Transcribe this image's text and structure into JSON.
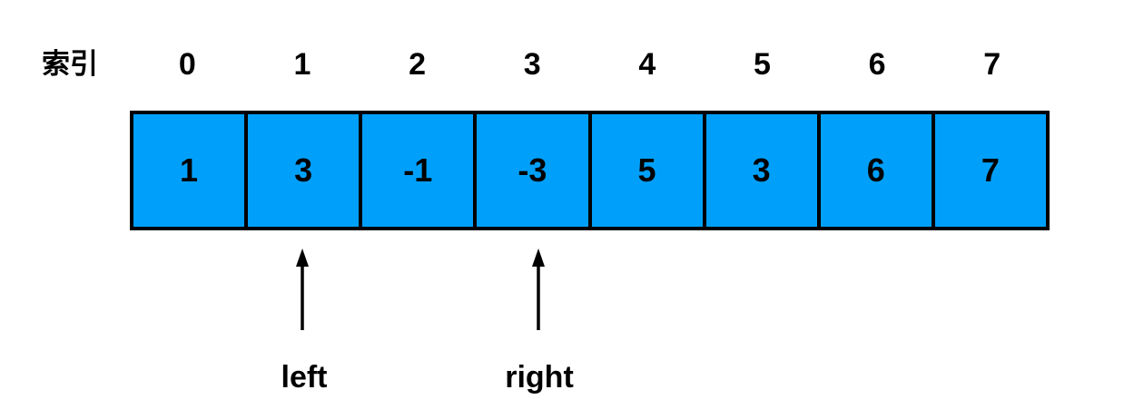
{
  "diagram": {
    "index_label": "索引",
    "indices": [
      "0",
      "1",
      "2",
      "3",
      "4",
      "5",
      "6",
      "7"
    ],
    "cells": [
      "1",
      "3",
      "-1",
      "-3",
      "5",
      "3",
      "6",
      "7"
    ],
    "pointers": [
      {
        "label": "left",
        "index": 1
      },
      {
        "label": "right",
        "index": 3
      }
    ],
    "colors": {
      "cell_fill": "#00A0FA",
      "cell_border": "#000000",
      "text": "#000000",
      "background": "#FFFFFF",
      "arrow": "#000000"
    }
  }
}
